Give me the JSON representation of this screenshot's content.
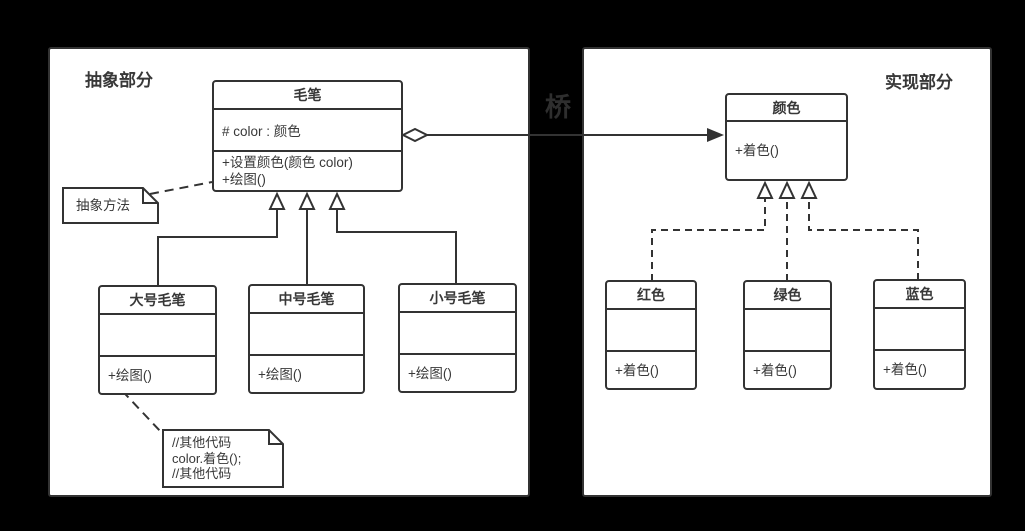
{
  "bridge_label": "桥",
  "colors": {
    "background": "#000000",
    "panel_fill": "#ffffff",
    "line": "#333333",
    "text": "#383838",
    "bridge_label_text": "#2e2e2e"
  },
  "left_panel": {
    "title": "抽象部分",
    "classes": {
      "brush": {
        "name": "毛笔",
        "attributes": [
          "# color : 颜色"
        ],
        "methods": [
          "+设置颜色(颜色 color)",
          "+绘图()"
        ]
      },
      "large": {
        "name": "大号毛笔",
        "attributes": [],
        "methods": [
          "+绘图()"
        ]
      },
      "medium": {
        "name": "中号毛笔",
        "attributes": [],
        "methods": [
          "+绘图()"
        ]
      },
      "small": {
        "name": "小号毛笔",
        "attributes": [],
        "methods": [
          "+绘图()"
        ]
      }
    },
    "notes": {
      "abstract": {
        "text": "抽象方法"
      },
      "code": {
        "lines": [
          "//其他代码",
          "color.着色();",
          "//其他代码"
        ]
      }
    }
  },
  "right_panel": {
    "title": "实现部分",
    "classes": {
      "color": {
        "name": "颜色",
        "attributes": [],
        "methods": [
          "+着色()"
        ]
      },
      "red": {
        "name": "红色",
        "attributes": [],
        "methods": [
          "+着色()"
        ]
      },
      "green": {
        "name": "绿色",
        "attributes": [],
        "methods": [
          "+着色()"
        ]
      },
      "blue": {
        "name": "蓝色",
        "attributes": [],
        "methods": [
          "+着色()"
        ]
      }
    }
  },
  "relationships": [
    {
      "type": "aggregation-arrow",
      "from": "毛笔",
      "to": "颜色",
      "label": "桥"
    },
    {
      "type": "generalization",
      "from": "大号毛笔",
      "to": "毛笔"
    },
    {
      "type": "generalization",
      "from": "中号毛笔",
      "to": "毛笔"
    },
    {
      "type": "generalization",
      "from": "小号毛笔",
      "to": "毛笔"
    },
    {
      "type": "realization",
      "from": "红色",
      "to": "颜色"
    },
    {
      "type": "realization",
      "from": "绿色",
      "to": "颜色"
    },
    {
      "type": "realization",
      "from": "蓝色",
      "to": "颜色"
    }
  ]
}
